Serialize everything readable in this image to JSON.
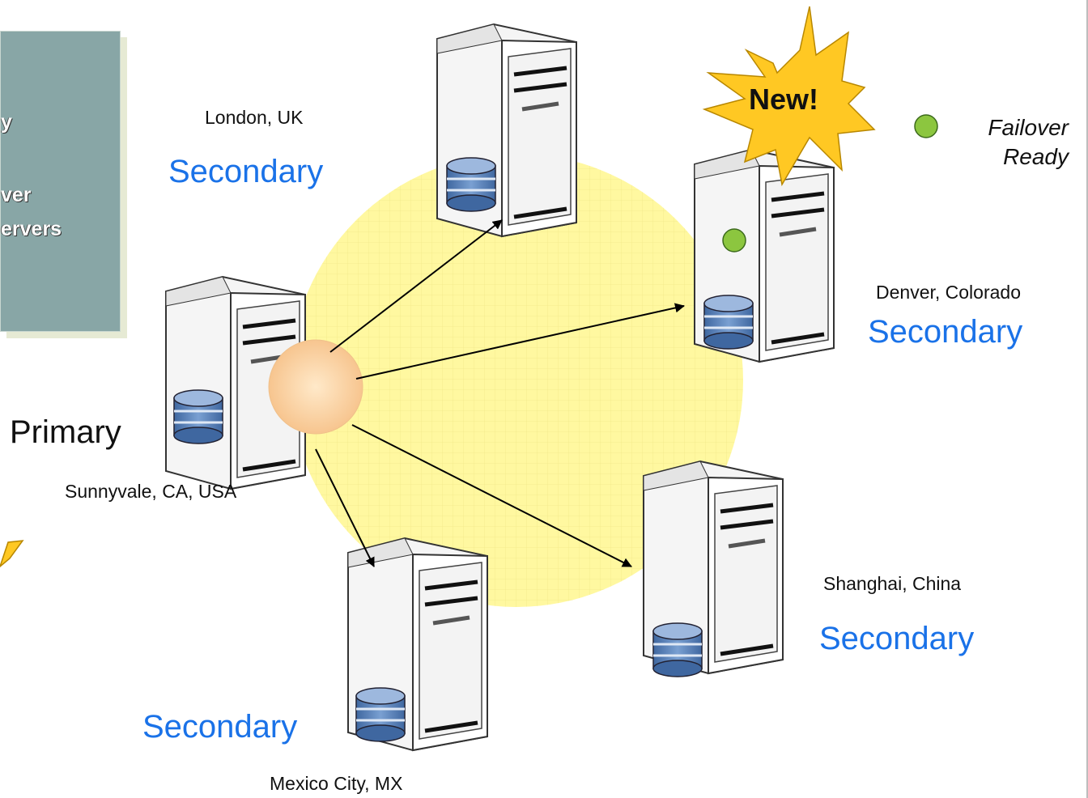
{
  "side_panel": {
    "lines": [
      "y",
      "ver",
      "ervers"
    ]
  },
  "badge": {
    "text": "New!"
  },
  "legend": {
    "label_line1": "Failover",
    "label_line2": "Ready",
    "dot_color": "#8cc63f"
  },
  "primary": {
    "role": "Primary",
    "city": "Sunnyvale, CA, USA"
  },
  "secondaries": [
    {
      "id": "london",
      "role": "Secondary",
      "city": "London, UK"
    },
    {
      "id": "denver",
      "role": "Secondary",
      "city": "Denver, Colorado"
    },
    {
      "id": "shanghai",
      "role": "Secondary",
      "city": "Shanghai, China"
    },
    {
      "id": "mexico",
      "role": "Secondary",
      "city": "Mexico City, MX"
    }
  ],
  "colors": {
    "secondary_text": "#1a72e8",
    "replication_zone": "#fff8a0",
    "panel": "#88a6a6",
    "starburst": "#ffc823"
  }
}
